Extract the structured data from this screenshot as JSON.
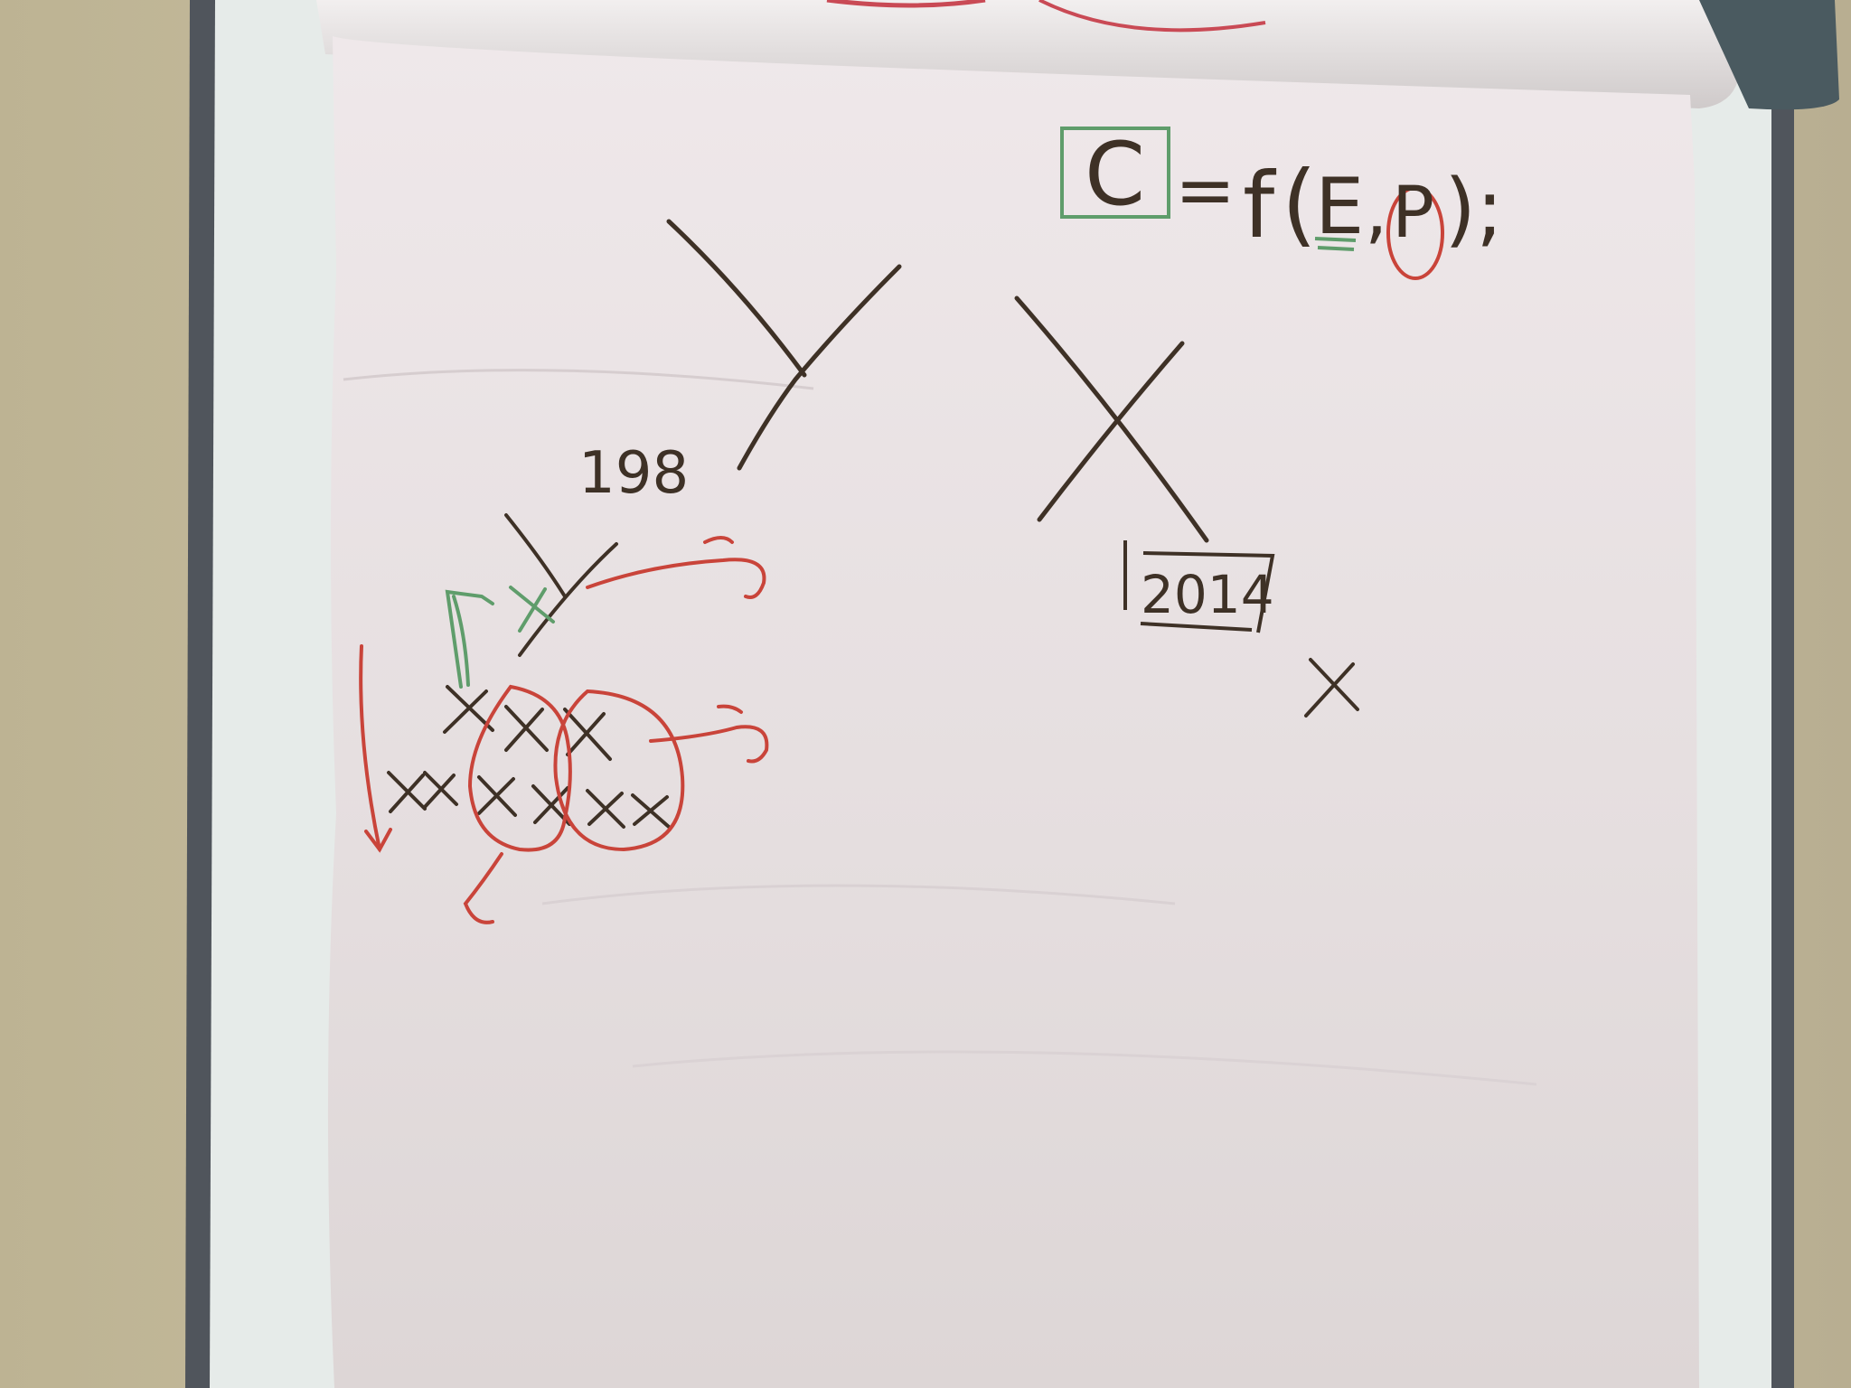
{
  "photo": {
    "subject": "flip chart with handwritten notes",
    "colors": {
      "wall": "#c7bea0",
      "board_frame": "#4d5258",
      "paper": "#e9e2e2",
      "ink_brown": "#3e3126",
      "ink_red": "#c9443a",
      "ink_green": "#5f9d6b"
    }
  },
  "notes": {
    "formula": {
      "c": "C",
      "equals": "=",
      "f": "f",
      "open_paren": "(",
      "e": "E",
      "comma": ",",
      "p": "P",
      "close": ");"
    },
    "year_1": "198",
    "year_2": "2014"
  },
  "icons": {
    "y_shape": "y-glyph-icon",
    "x_shape": "x-glyph-icon",
    "small_x": "small-x-icon",
    "arrow": "red-curved-arrow-icon"
  }
}
